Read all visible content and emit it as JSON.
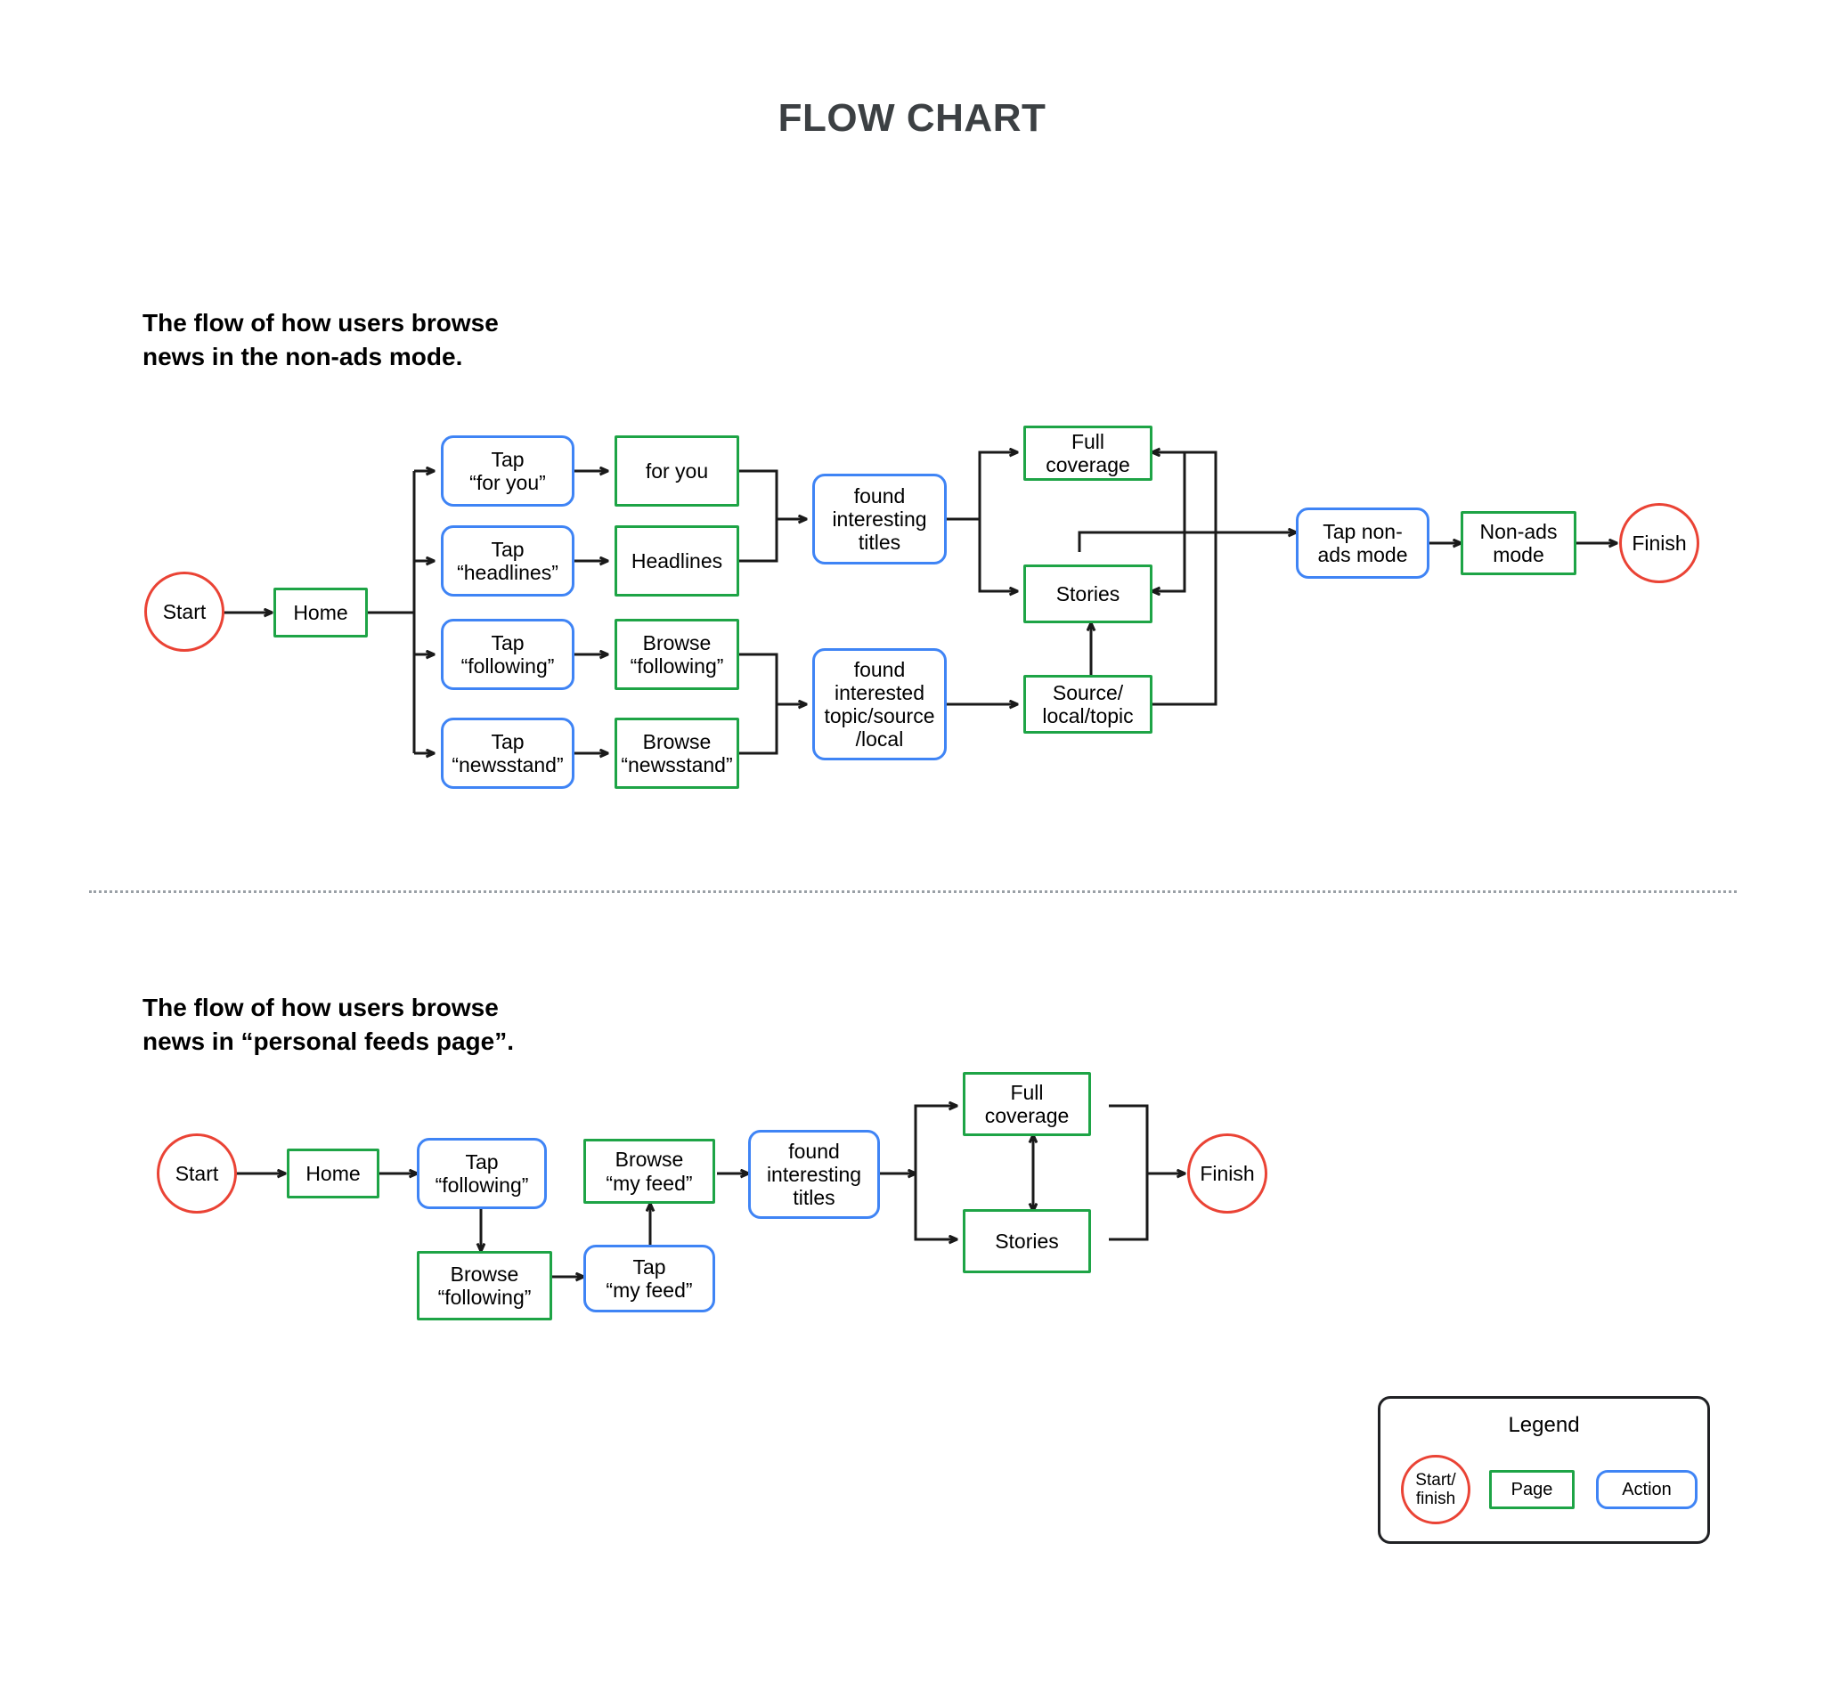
{
  "title": "FLOW CHART",
  "sections": [
    {
      "id": "flow-non-ads",
      "caption": "The flow of how users browse\nnews in the non-ads mode.",
      "nodes": {
        "start": "Start",
        "home": "Home",
        "tap_for_you": "Tap\n“for you”",
        "tap_headlines": "Tap\n“headlines”",
        "tap_following": "Tap\n“following”",
        "tap_newsstand": "Tap\n“newsstand”",
        "page_for_you": "for you",
        "page_headlines": "Headlines",
        "browse_following": "Browse\n“following”",
        "browse_newsstand": "Browse\n“newsstand”",
        "found_titles": "found\ninteresting\ntitles",
        "found_topic": "found\ninterested\ntopic/source\n/local",
        "full_coverage": "Full\ncoverage",
        "stories": "Stories",
        "source_local_topic": "Source/\nlocal/topic",
        "tap_non_ads": "Tap non-\nads mode",
        "non_ads_mode": "Non-ads\nmode",
        "finish": "Finish"
      }
    },
    {
      "id": "flow-personal-feeds",
      "caption": "The flow of how users browse\nnews in “personal feeds page”.",
      "nodes": {
        "start": "Start",
        "home": "Home",
        "tap_following": "Tap\n“following”",
        "browse_following": "Browse\n“following”",
        "tap_my_feed": "Tap\n“my feed”",
        "browse_my_feed": "Browse\n“my feed”",
        "found_titles": "found\ninteresting\ntitles",
        "full_coverage": "Full\ncoverage",
        "stories": "Stories",
        "finish": "Finish"
      }
    }
  ],
  "legend": {
    "title": "Legend",
    "terminal_label": "Start/\nfinish",
    "page_label": "Page",
    "action_label": "Action"
  },
  "colors": {
    "terminal": "#EA4335",
    "page": "#1EA446",
    "action": "#3F84F5",
    "connector": "#1A1A1A",
    "text": "#000000",
    "title": "#3C4043",
    "divider": "#9AA0A6",
    "background": "#FFFFFF"
  }
}
